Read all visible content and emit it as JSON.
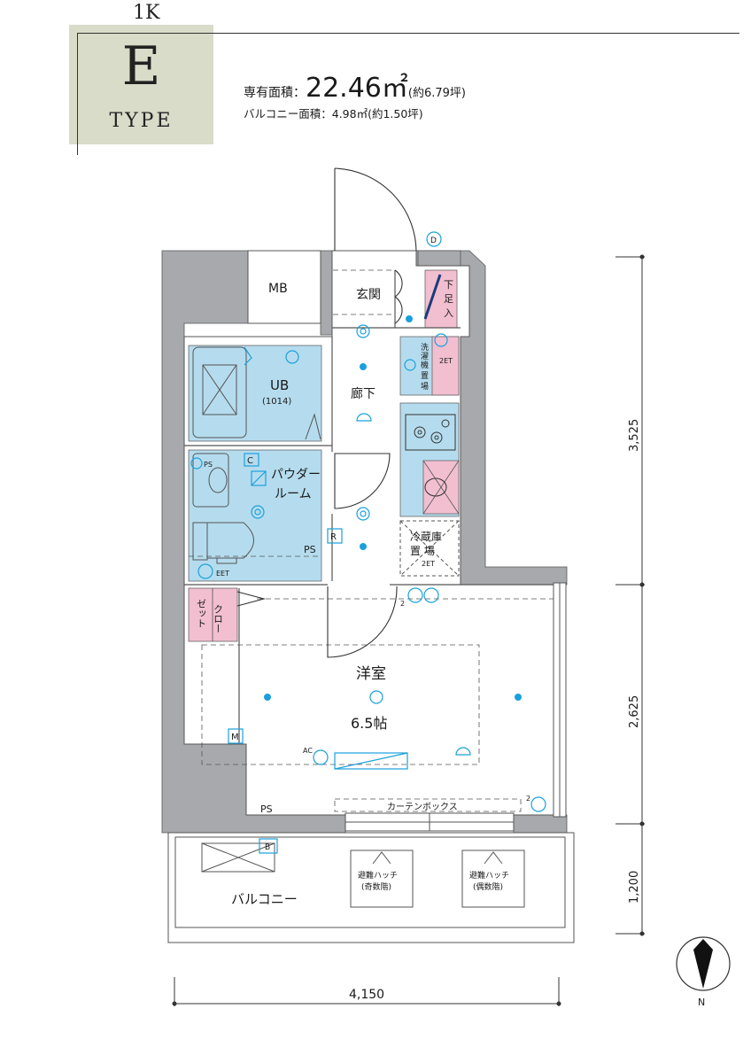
{
  "header": {
    "layout": "1K",
    "type_letter": "E",
    "type_word": "TYPE",
    "area_label": "専有面積：",
    "area_value": "22.46㎡",
    "area_tsubo": "(約6.79坪)",
    "balcony_line": "バルコニー面積：4.98㎡(約1.50坪)"
  },
  "rooms": {
    "mb": "MB",
    "genkan": "玄関",
    "shoes_1": "下",
    "shoes_2": "足",
    "shoes_3": "入",
    "ub": "UB",
    "ub_size": "(1014)",
    "rouka": "廊下",
    "powder_1": "パウダー",
    "powder_2": "ルーム",
    "washer_1": "洗",
    "washer_2": "濯",
    "washer_3": "機",
    "washer_4": "置",
    "washer_5": "場",
    "fridge_1": "冷蔵庫",
    "fridge_2": "置 場",
    "closet_1": "クロー",
    "closet_2": "ゼット",
    "youshitsu": "洋室",
    "size": "6.5帖",
    "curtain": "カーテンボックス",
    "balcony": "バルコニー",
    "hatch1_1": "避難ハッチ",
    "hatch1_2": "(奇数階)",
    "hatch2_1": "避難ハッチ",
    "hatch2_2": "(偶数階)",
    "ps": "PS",
    "ps2": "PS"
  },
  "symbols": {
    "d": "D",
    "c": "C",
    "r": "R",
    "m": "M",
    "b": "B",
    "ps_small": "PS",
    "eet": "EET",
    "twoet_a": "2ET",
    "twoet_b": "2ET",
    "ac": "AC",
    "two_a": "2",
    "two_b": "2"
  },
  "dimensions": {
    "d1": "3,525",
    "d2": "2,625",
    "d3": "1,200",
    "width": "4,150"
  },
  "compass": {
    "north": "N"
  },
  "colors": {
    "wall": "#a7a9ac",
    "wet_area": "#b5dcee",
    "storage": "#f2bfd0",
    "badge": "#d8dcc8",
    "accent": "#1aa0dc"
  }
}
